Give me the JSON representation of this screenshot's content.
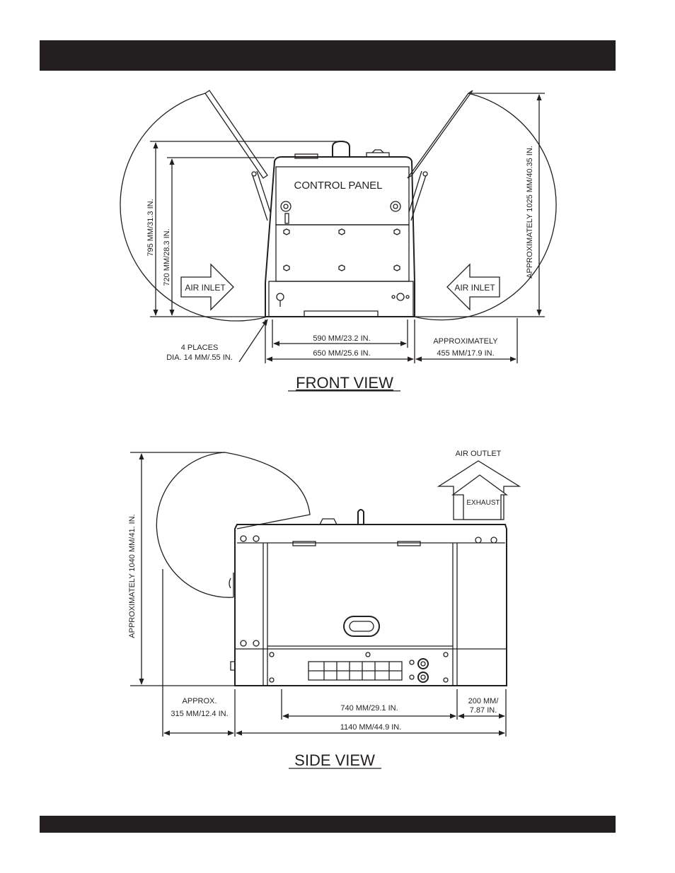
{
  "front_view": {
    "title": "FRONT VIEW",
    "control_panel_label": "CONTROL  PANEL",
    "air_inlet_left": "AIR INLET",
    "air_inlet_right": "AIR INLET",
    "dim_height_overall": "795 MM/31.3 IN.",
    "dim_height_body": "720 MM/28.3 IN.",
    "dim_height_doors": "APPROXIMATELY 1025 MM/40.35 IN.",
    "dim_width_inner": "590 MM/23.2 IN.",
    "dim_width_outer": "650 MM/25.6 IN.",
    "dim_door_swing_line1": "APPROXIMATELY",
    "dim_door_swing_line2": "455 MM/17.9 IN.",
    "mount_holes_line1": "4 PLACES",
    "mount_holes_line2": "DIA. 14 MM/.55 IN."
  },
  "side_view": {
    "title": "SIDE VIEW",
    "air_outlet_label": "AIR OUTLET",
    "exhaust_label": "EXHAUST",
    "dim_height": "APPROXIMATELY 1040 MM/41. IN.",
    "dim_door_line1": "APPROX.",
    "dim_door_line2": "315 MM/12.4 IN.",
    "dim_base": "740 MM/29.1 IN.",
    "dim_end_line1": "200 MM/",
    "dim_end_line2": "7.87 IN.",
    "dim_length": "1140 MM/44.9 IN."
  }
}
